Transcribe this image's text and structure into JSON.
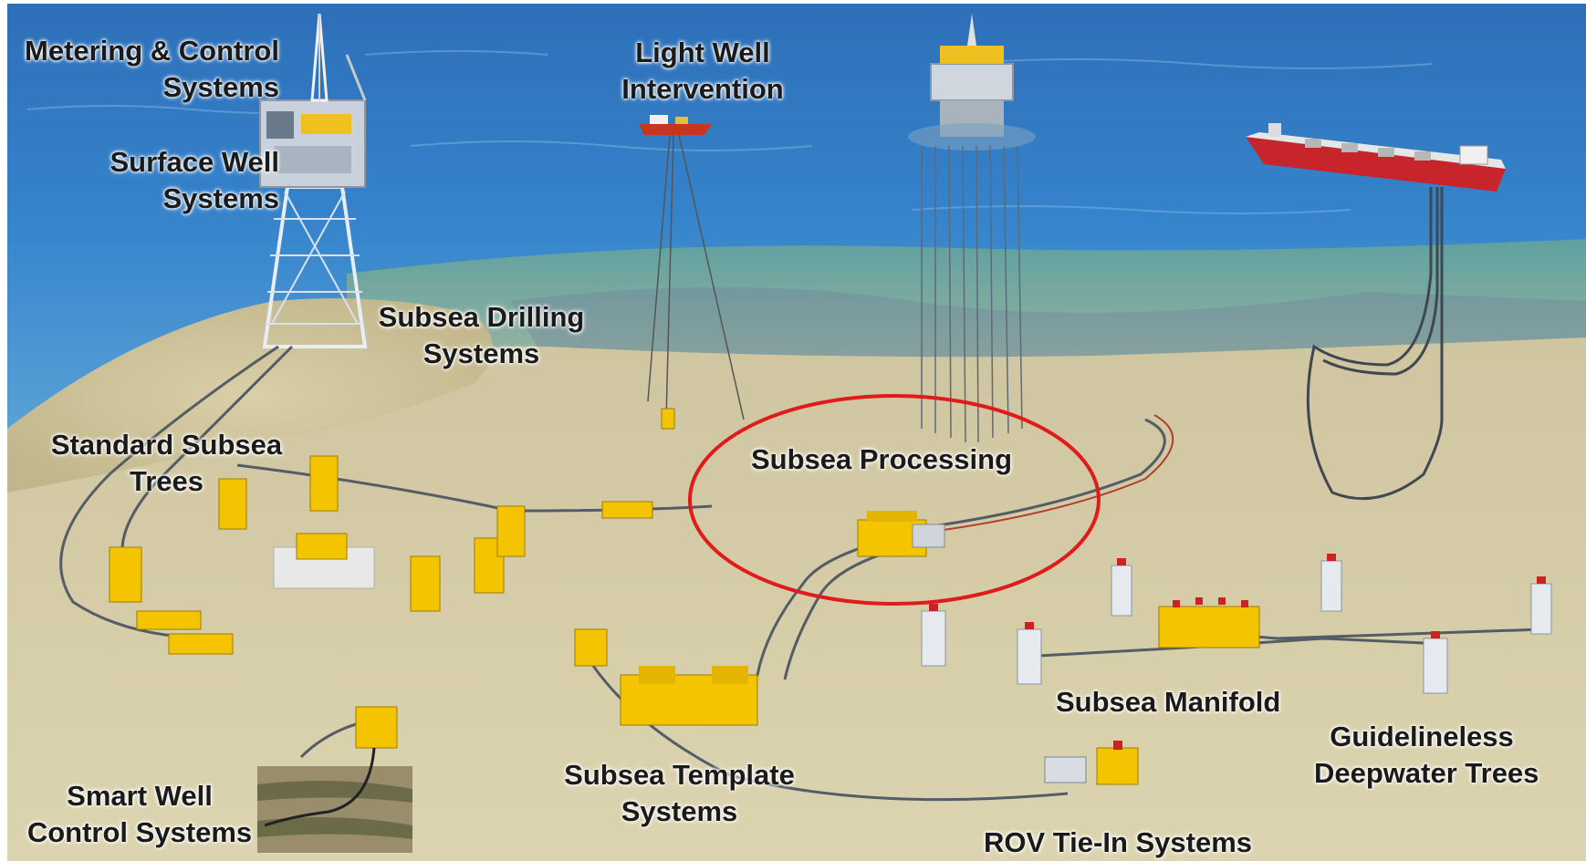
{
  "labels": {
    "metering": [
      "Metering & Control",
      "Systems"
    ],
    "surface_well": [
      "Surface Well",
      "Systems"
    ],
    "light_well": [
      "Light Well",
      "Intervention"
    ],
    "subsea_drilling": [
      "Subsea Drilling",
      "Systems"
    ],
    "standard_trees": [
      "Standard Subsea",
      "Trees"
    ],
    "subsea_processing": [
      "Subsea Processing"
    ],
    "subsea_manifold": [
      "Subsea Manifold"
    ],
    "guidelineless": [
      "Guidelineless",
      "Deepwater Trees"
    ],
    "subsea_template": [
      "Subsea Template",
      "Systems"
    ],
    "smart_well": [
      "Smart Well",
      "Control Systems"
    ],
    "rov_tiein": [
      "ROV Tie-In Systems"
    ]
  },
  "icons": [
    "fixed-platform",
    "intervention-vessel",
    "tension-leg-platform",
    "fpso-ship",
    "subsea-tree",
    "subsea-manifold",
    "rov-vehicle",
    "flowline"
  ],
  "colors": {
    "sea": "#2f7ac3",
    "seabed": "#d6cda3",
    "equipment": "#f5c400",
    "ship_hull": "#c8242b",
    "highlight_circle": "#e01b1b"
  }
}
